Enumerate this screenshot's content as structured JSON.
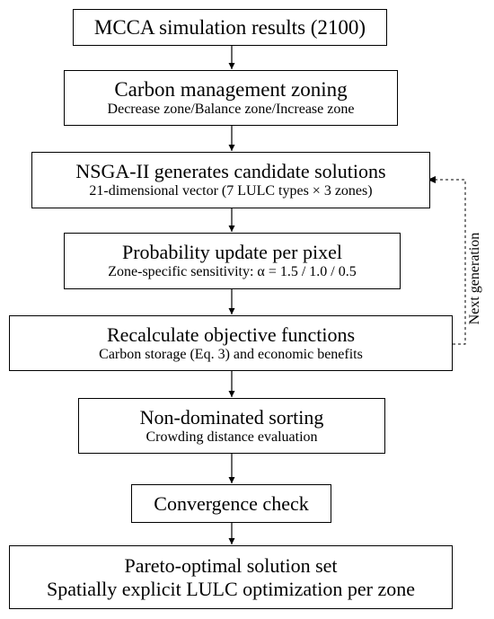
{
  "steps": [
    {
      "title": "MCCA simulation results (2100)"
    },
    {
      "title": "Carbon management zoning",
      "subtitle": "Decrease zone/Balance zone/Increase zone"
    },
    {
      "title": "NSGA-II generates candidate solutions",
      "subtitle": "21-dimensional vector (7 LULC types × 3 zones)"
    },
    {
      "title": "Probability update per pixel",
      "subtitle": "Zone-specific sensitivity: α = 1.5 / 1.0 / 0.5"
    },
    {
      "title": "Recalculate objective functions",
      "subtitle": "Carbon storage (Eq. 3) and economic benefits"
    },
    {
      "title": "Non-dominated sorting",
      "subtitle": "Crowding distance evaluation"
    },
    {
      "title": "Convergence check"
    },
    {
      "title": "Pareto-optimal solution set",
      "subtitle": "Spatially explicit LULC optimization per zone"
    }
  ],
  "loop": {
    "label": "Next generation"
  }
}
